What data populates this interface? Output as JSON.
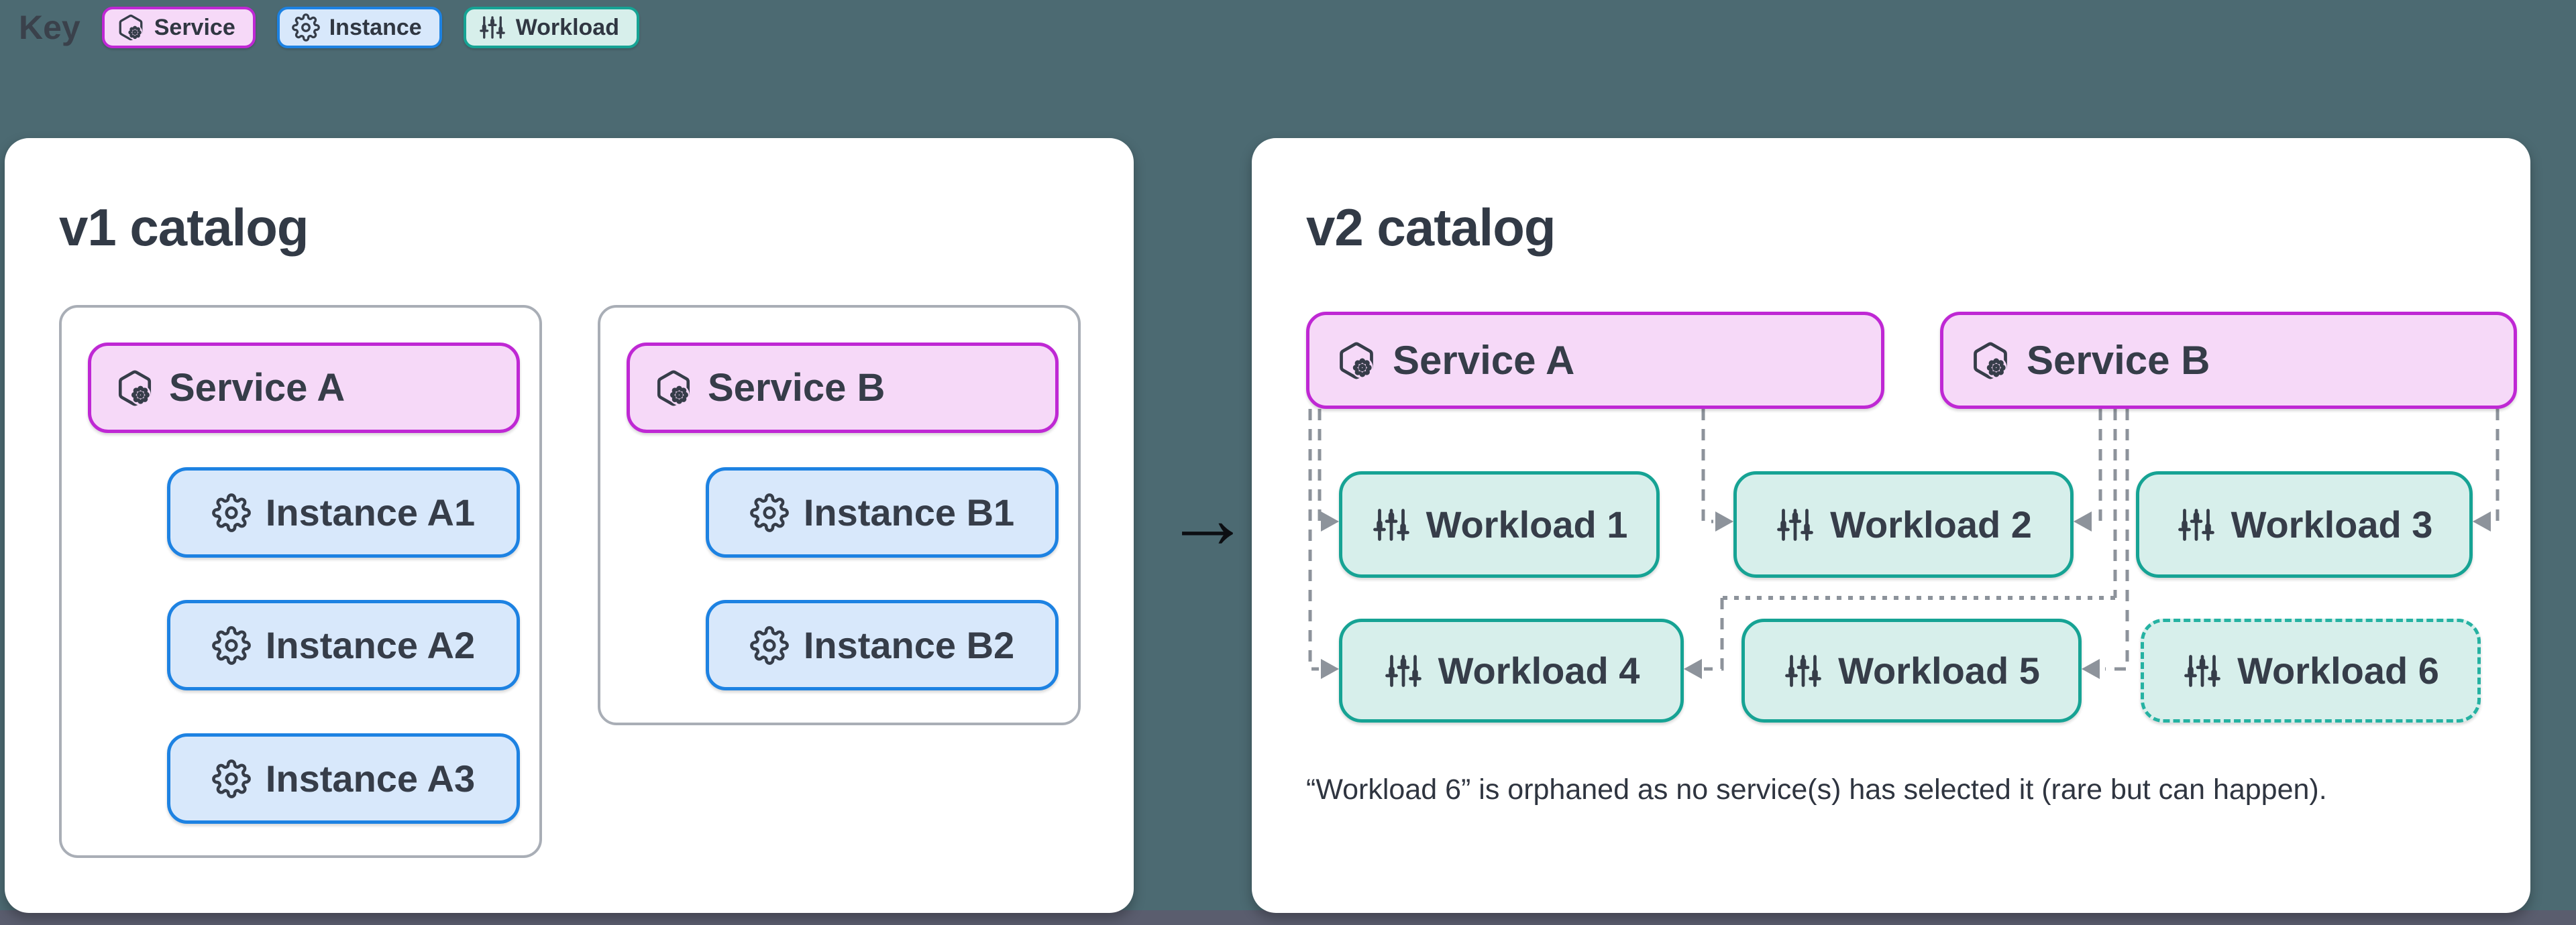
{
  "key": {
    "label": "Key",
    "items": [
      {
        "id": "service",
        "label": "Service",
        "icon": "service-hexagon-gear-icon",
        "fill": "#f6d9f8",
        "border": "#bf28d4"
      },
      {
        "id": "instance",
        "label": "Instance",
        "icon": "instance-gear-icon",
        "fill": "#d8e8fb",
        "border": "#1d82e2"
      },
      {
        "id": "workload",
        "label": "Workload",
        "icon": "workload-sliders-icon",
        "fill": "#d7efeb",
        "border": "#16a394"
      }
    ]
  },
  "migration_arrow": {
    "glyph": "→",
    "meaning": "v1 catalog maps to v2 catalog"
  },
  "v1_panel": {
    "title": "v1 catalog",
    "groups": [
      {
        "service": {
          "label": "Service A"
        },
        "instances": [
          {
            "label": "Instance A1"
          },
          {
            "label": "Instance A2"
          },
          {
            "label": "Instance A3"
          }
        ]
      },
      {
        "service": {
          "label": "Service B"
        },
        "instances": [
          {
            "label": "Instance B1"
          },
          {
            "label": "Instance B2"
          }
        ]
      }
    ]
  },
  "v2_panel": {
    "title": "v2 catalog",
    "services": [
      {
        "label": "Service A"
      },
      {
        "label": "Service B"
      }
    ],
    "workloads": [
      {
        "label": "Workload 1",
        "orphaned": false
      },
      {
        "label": "Workload 2",
        "orphaned": false
      },
      {
        "label": "Workload 3",
        "orphaned": false
      },
      {
        "label": "Workload 4",
        "orphaned": false
      },
      {
        "label": "Workload 5",
        "orphaned": false
      },
      {
        "label": "Workload 6",
        "orphaned": true
      }
    ],
    "connections": [
      {
        "from": "Service A",
        "to": "Workload 1",
        "enters": "left"
      },
      {
        "from": "Service A",
        "to": "Workload 2",
        "enters": "left"
      },
      {
        "from": "Service A",
        "to": "Workload 4",
        "enters": "left"
      },
      {
        "from": "Service B",
        "to": "Workload 2",
        "enters": "right"
      },
      {
        "from": "Service B",
        "to": "Workload 3",
        "enters": "right"
      },
      {
        "from": "Service B",
        "to": "Workload 4",
        "enters": "right"
      },
      {
        "from": "Service B",
        "to": "Workload 5",
        "enters": "right"
      }
    ],
    "footnote": "“Workload 6” is orphaned as no service(s) has selected it (rare but can happen).",
    "line_color": "#8d939b"
  },
  "colors": {
    "background": "#4c6a72",
    "bottom_strip": "#5a5d6e",
    "panel": "#ffffff",
    "service_fill": "#f6d9f8",
    "service_border": "#bf28d4",
    "instance_fill": "#d8e8fb",
    "instance_border": "#1d82e2",
    "workload_fill": "#d7efeb",
    "workload_border": "#16a394",
    "group_border": "#a9aeb6",
    "text": "#363d49"
  }
}
